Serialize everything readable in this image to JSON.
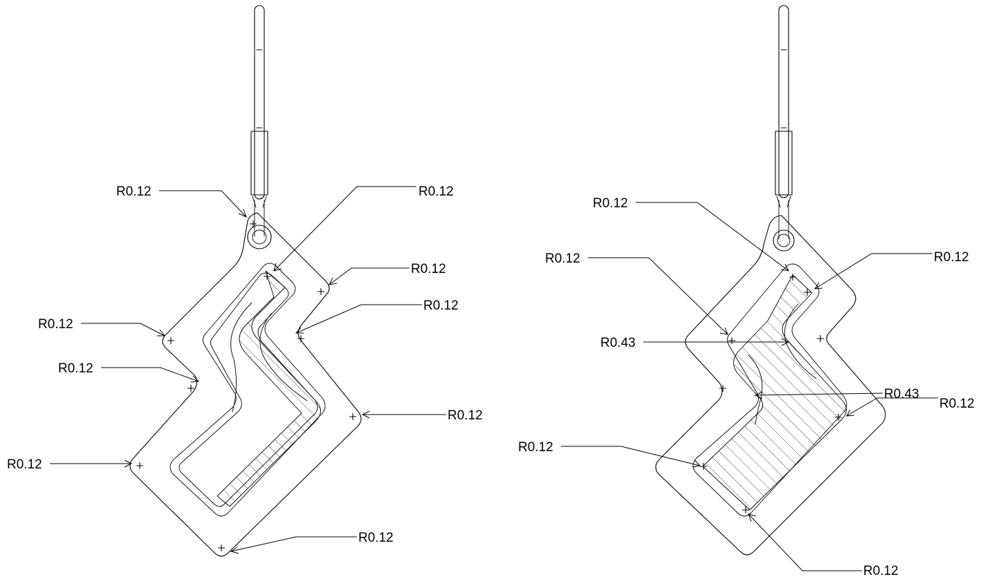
{
  "views": [
    {
      "id": "left-view",
      "callouts": [
        {
          "text": "R0.12"
        },
        {
          "text": "R0.12"
        },
        {
          "text": "R0.12"
        },
        {
          "text": "R0.12"
        },
        {
          "text": "R0.12"
        },
        {
          "text": "R0.12"
        },
        {
          "text": "R0.12"
        },
        {
          "text": "R0.12"
        },
        {
          "text": "R0.12"
        }
      ]
    },
    {
      "id": "right-view",
      "callouts": [
        {
          "text": "R0.12"
        },
        {
          "text": "R0.12"
        },
        {
          "text": "R0.12"
        },
        {
          "text": "R0.43"
        },
        {
          "text": "R0.43"
        },
        {
          "text": "R0.12"
        },
        {
          "text": "R0.12"
        },
        {
          "text": "R0.12"
        }
      ]
    }
  ]
}
